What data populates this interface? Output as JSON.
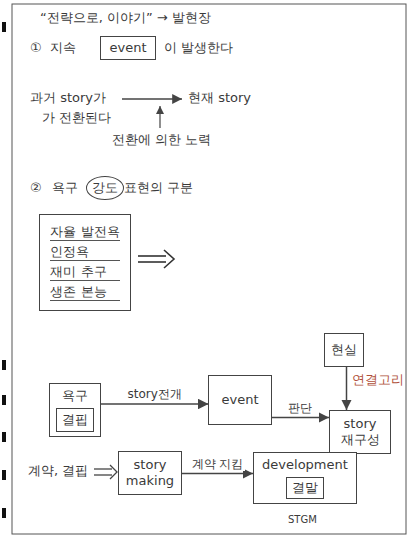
{
  "diagram": {
    "title": "“전략으로, 이야기” → 발현장",
    "nodes": [
      {
        "text": [
          "event"
        ]
      },
      {
        "text": [
          "자율 발전욕",
          "인정욕",
          "재미 추구",
          "생존 본능"
        ]
      },
      {
        "text": [
          "욕구"
        ]
      },
      {
        "text": [
          "결핍"
        ],
        "in": 2
      },
      {
        "text": [
          "event"
        ]
      },
      {
        "text": [
          "현실"
        ]
      },
      {
        "text": [
          "story 재구성"
        ]
      },
      {
        "text": [
          "story making"
        ]
      },
      {
        "text": [
          "development"
        ]
      },
      {
        "text": [
          "결말"
        ],
        "in": 8
      }
    ],
    "edges": [
      {
        "from": 2,
        "to": 4,
        "label": "story전개",
        "arrow": "to"
      },
      {
        "from": 4,
        "to": 6,
        "label": "판단",
        "arrow": "to"
      },
      {
        "from": 5,
        "to": 6,
        "arrow": "to"
      },
      {
        "from": 7,
        "to": 8,
        "label": "계약 지킴",
        "arrow": "to"
      }
    ],
    "labels": [
      "①",
      "지속",
      "이 발생한다",
      "과거 story가",
      "현재 story",
      "가 전환된다",
      "전환에 의한 노력",
      "②",
      "욕구",
      "강도",
      "표현의 구분",
      "연결고리",
      "계약, 결핍",
      "STGM"
    ]
  }
}
